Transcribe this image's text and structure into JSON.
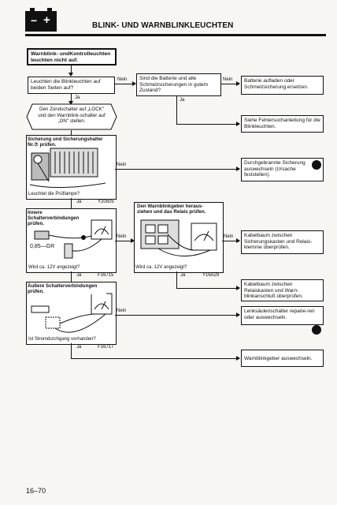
{
  "header": {
    "title": "BLINK- UND WARNBLINKLEUCHTEN",
    "battery_minus": "−",
    "battery_plus": "+"
  },
  "start_box": {
    "text": "Warnblink- undKontrolleuchten leuchten nicht auf."
  },
  "steps": {
    "q1": "Leuchten die Blinkleuchten auf beiden Seiten auf?",
    "q2": "Sind die Batterie und alle Schmelzsicherungen in gutem Zustand?",
    "a_battery": "Batterie aufladen oder Schmelzsicherung ersetzen.",
    "diamond": "Den Zündschalter auf „LOCK\" und den Warnblink-schalter auf „ON\" stellen.",
    "a_fehler": "Siehe Fehlersuchanleitung für die Blinkleuchten.",
    "a_fuse": "Durchgebrannte Sicherung auswechseln (Ursache feststellen).",
    "a_kabel1": "Kabelbaum zwischen Sicherungskasten und Relais-klemme überprüfen.",
    "a_kabel2": "Kabelbaum zwischen Relaiskasten und Warn-blinkanschluß überprüfen.",
    "a_lenk": "Lenksäulenschalter reparie-ren oder auswechseln.",
    "a_geber": "Warnblinkgeber auswechseln."
  },
  "panels": {
    "p1_title": "Sicherung und Sicherungshalter Nr.⑦ prüfen.",
    "p1_question": "Leuchtet die Prüflampe?",
    "p1_code": "Y20505",
    "p2_title": "Innere Schalterverbindungen prüfen.",
    "p2_label": "0,85—GR",
    "p2_question": "Wird ca. 12V angezeigt?",
    "p2_code": "F16715",
    "p3_title": "Den Warnblinkgeber heraus-ziehen und das Relais prüfen.",
    "p3_question": "Wird ca. 12V angezeigt?",
    "p3_code": "Y16A29",
    "p4_title": "Äußere Schalterverbindungen prüfen.",
    "p4_question": "Ist Stromdurchgang vorhanden?",
    "p4_code": "F16717"
  },
  "labels": {
    "ja": "Ja",
    "nein": "Nein"
  },
  "footer": {
    "page": "16–70"
  }
}
